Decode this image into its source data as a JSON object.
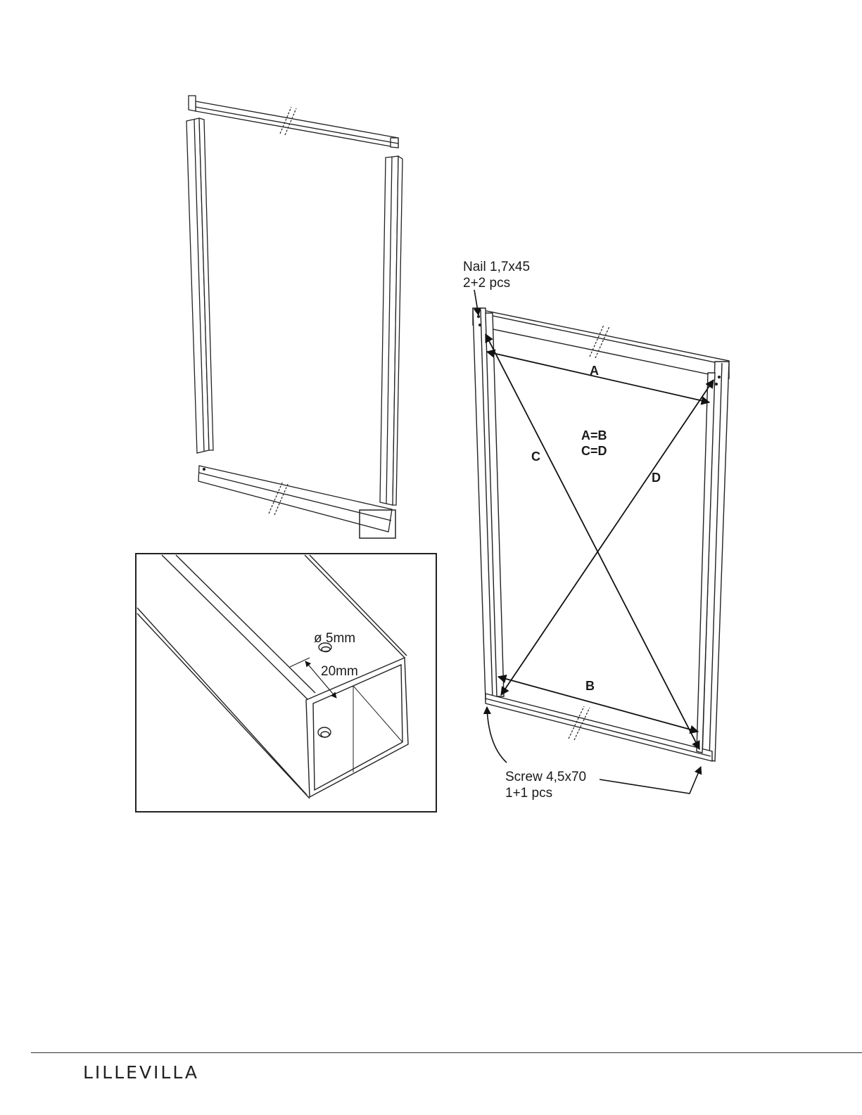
{
  "callouts": {
    "nail_spec": "Nail 1,7x45",
    "nail_qty": "2+2 pcs",
    "screw_spec": "Screw 4,5x70",
    "screw_qty": "1+1 pcs"
  },
  "measurements": {
    "a": "A",
    "b": "B",
    "c": "C",
    "d": "D",
    "rule_ab": "A=B",
    "rule_cd": "C=D"
  },
  "detail": {
    "hole_diameter": "ø 5mm",
    "hole_offset": "20mm"
  },
  "footer": {
    "brand": "LILLEVILLA"
  }
}
